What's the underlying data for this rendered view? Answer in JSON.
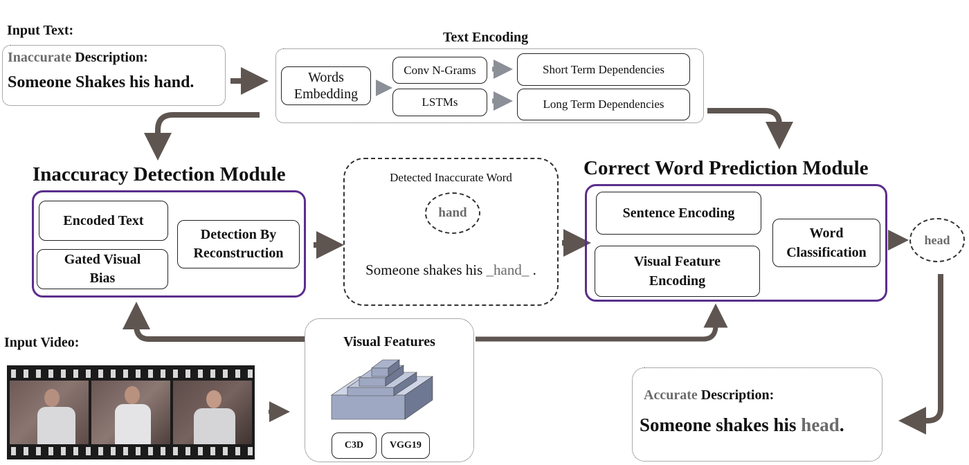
{
  "input_text": {
    "header": "Input Text:",
    "desc_prefix": "Inaccurate",
    "desc_suffix": " Description:",
    "sentence": "Someone Shakes his hand."
  },
  "text_encoding": {
    "title": "Text Encoding",
    "words_embedding": "Words Embedding",
    "conv": "Conv N-Grams",
    "lstms": "LSTMs",
    "short": "Short Term Dependencies",
    "long": "Long Term Dependencies"
  },
  "inaccuracy_module": {
    "title": "Inaccuracy Detection Module",
    "encoded_text": "Encoded Text",
    "gated_visual_bias": "Gated Visual Bias",
    "detection": "Detection By Reconstruction"
  },
  "detected": {
    "title": "Detected Inaccurate Word",
    "word": "hand",
    "sentence_prefix": "Someone shakes his ",
    "blank_word": "_hand_",
    "sentence_suffix": " ."
  },
  "correct_module": {
    "title": "Correct Word Prediction Module",
    "sentence_encoding": "Sentence Encoding",
    "visual_feature_encoding": "Visual Feature Encoding",
    "word_classification": "Word Classification"
  },
  "output_word": "head",
  "input_video": {
    "header": "Input Video:"
  },
  "visual_features": {
    "title": "Visual Features",
    "c3d": "C3D",
    "vgg19": "VGG19"
  },
  "accurate": {
    "desc_prefix": "Accurate",
    "desc_suffix": " Description:",
    "sentence_prefix": "Someone shakes his ",
    "word": "head",
    "sentence_suffix": "."
  },
  "colors": {
    "arrow": "#5e5551",
    "module_border": "#5b2e8c",
    "highlight_gray": "#6b6b6b"
  }
}
